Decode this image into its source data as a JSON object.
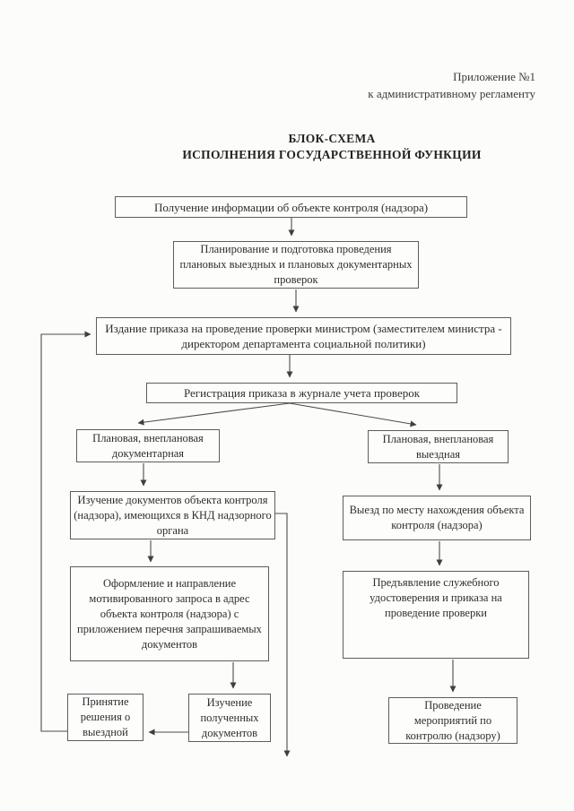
{
  "page": {
    "appendix": {
      "line1": "Приложение №1",
      "line2": "к административному регламенту"
    },
    "title": {
      "line1": "БЛОК-СХЕМА",
      "line2": "ИСПОЛНЕНИЯ ГОСУДАРСТВЕННОЙ ФУНКЦИИ"
    }
  },
  "flowchart": {
    "nodes": [
      {
        "id": "receive-info",
        "text": "Получение информации об объекте контроля (надзора)"
      },
      {
        "id": "planning",
        "text": "Планирование и подготовка проведения плановых выездных и плановых документарных проверок"
      },
      {
        "id": "issue-order",
        "text": "Издание приказа на проведение проверки министром (заместителем министра - директором департамента социальной политики)"
      },
      {
        "id": "register-order",
        "text": "Регистрация приказа в журнале учета проверок"
      },
      {
        "id": "branch-documentary",
        "text": "Плановая, внеплановая документарная"
      },
      {
        "id": "branch-field",
        "text": "Плановая, внеплановая выездная"
      },
      {
        "id": "study-object-documents",
        "text": "Изучение документов объекта контроля (надзора), имеющихся в КНД надзорного органа"
      },
      {
        "id": "travel-to-object",
        "text": "Выезд по месту нахождения объекта контроля (надзора)"
      },
      {
        "id": "send-request",
        "text": "Оформление и направление мотивированного запроса в адрес объекта контроля (надзора) с приложением перечня запрашиваемых документов"
      },
      {
        "id": "present-credentials",
        "text": "Предъявление служебного удостоверения и приказа на проведение проверки"
      },
      {
        "id": "decision-field",
        "text": "Принятие решения о выездной"
      },
      {
        "id": "study-received-documents",
        "text": "Изучение полученных документов"
      },
      {
        "id": "control-activities",
        "text": "Проведение мероприятий по контролю (надзору)"
      }
    ]
  }
}
